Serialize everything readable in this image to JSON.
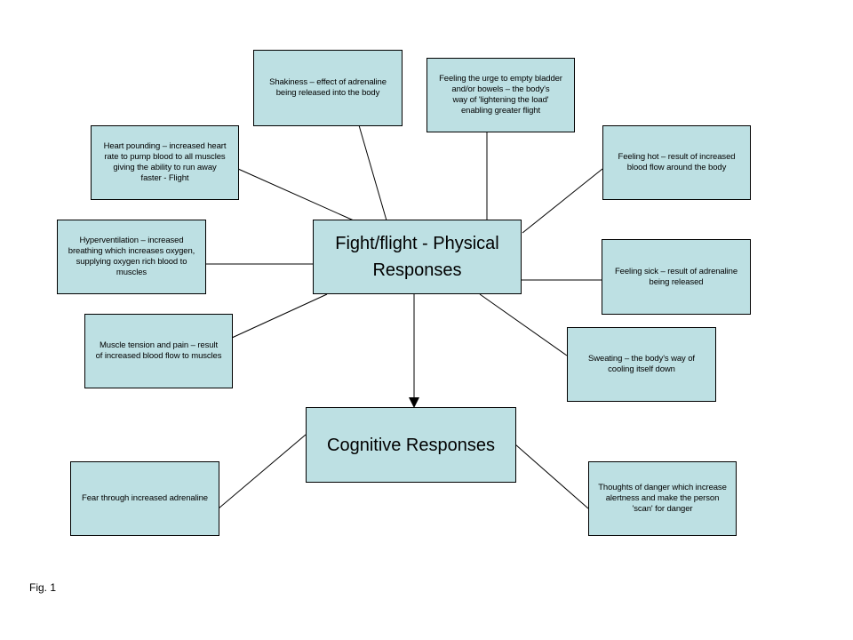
{
  "central": {
    "physical": "Fight/flight - Physical\nResponses",
    "cognitive": "Cognitive Responses"
  },
  "physical_responses": {
    "shakiness": "Shakiness – effect of adrenaline\nbeing released into the body",
    "bladder": "Feeling the urge to empty bladder\nand/or bowels – the body's\nway of 'lightening the load'\nenabling greater flight",
    "heart": "Heart pounding – increased heart\nrate to pump blood to all muscles\ngiving the ability to run away\nfaster - Flight",
    "hot": "Feeling hot – result of increased\nblood flow around the body",
    "hyperventilation": "Hyperventilation – increased\nbreathing which increases oxygen,\nsupplying oxygen rich blood to\nmuscles",
    "sick": "Feeling sick – result of adrenaline\nbeing released",
    "muscle": "Muscle tension and pain – result\nof increased blood flow to muscles",
    "sweating": "Sweating – the body's way of\ncooling itself down"
  },
  "cognitive_responses": {
    "fear": "Fear through increased adrenaline",
    "danger": "Thoughts of danger which increase\nalertness and make the person\n'scan' for danger"
  },
  "caption": "Fig. 1",
  "colors": {
    "box_fill": "#bde0e3",
    "line": "#000000"
  }
}
